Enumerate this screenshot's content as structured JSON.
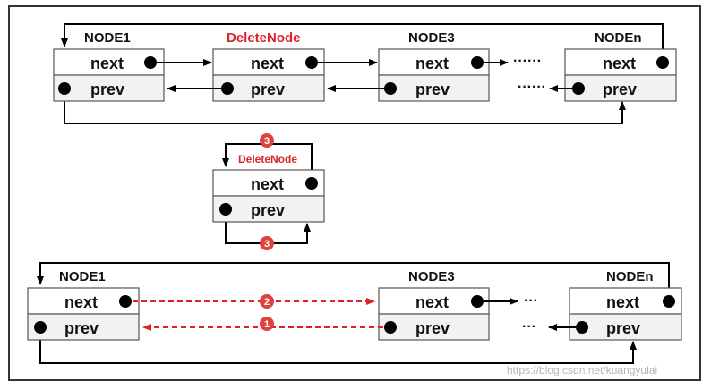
{
  "top_row": {
    "node1": "NODE1",
    "delete": "DeleteNode",
    "node3": "NODE3",
    "noden": "NODEn",
    "next": "next",
    "prev": "prev",
    "ellipsis_next": "······",
    "ellipsis_prev": "······"
  },
  "middle": {
    "delete": "DeleteNode",
    "next": "next",
    "prev": "prev",
    "badge_top": "3",
    "badge_bottom": "3"
  },
  "bottom_row": {
    "node1": "NODE1",
    "node3": "NODE3",
    "noden": "NODEn",
    "next": "next",
    "prev": "prev",
    "ellipsis_next": "···",
    "ellipsis_prev": "···",
    "badge_next": "2",
    "badge_prev": "1"
  },
  "watermark": "https://blog.csdn.net/kuangyulai",
  "colors": {
    "accent_red": "#d9262c",
    "dash_red": "#e02020",
    "badge": "#e0403e"
  }
}
